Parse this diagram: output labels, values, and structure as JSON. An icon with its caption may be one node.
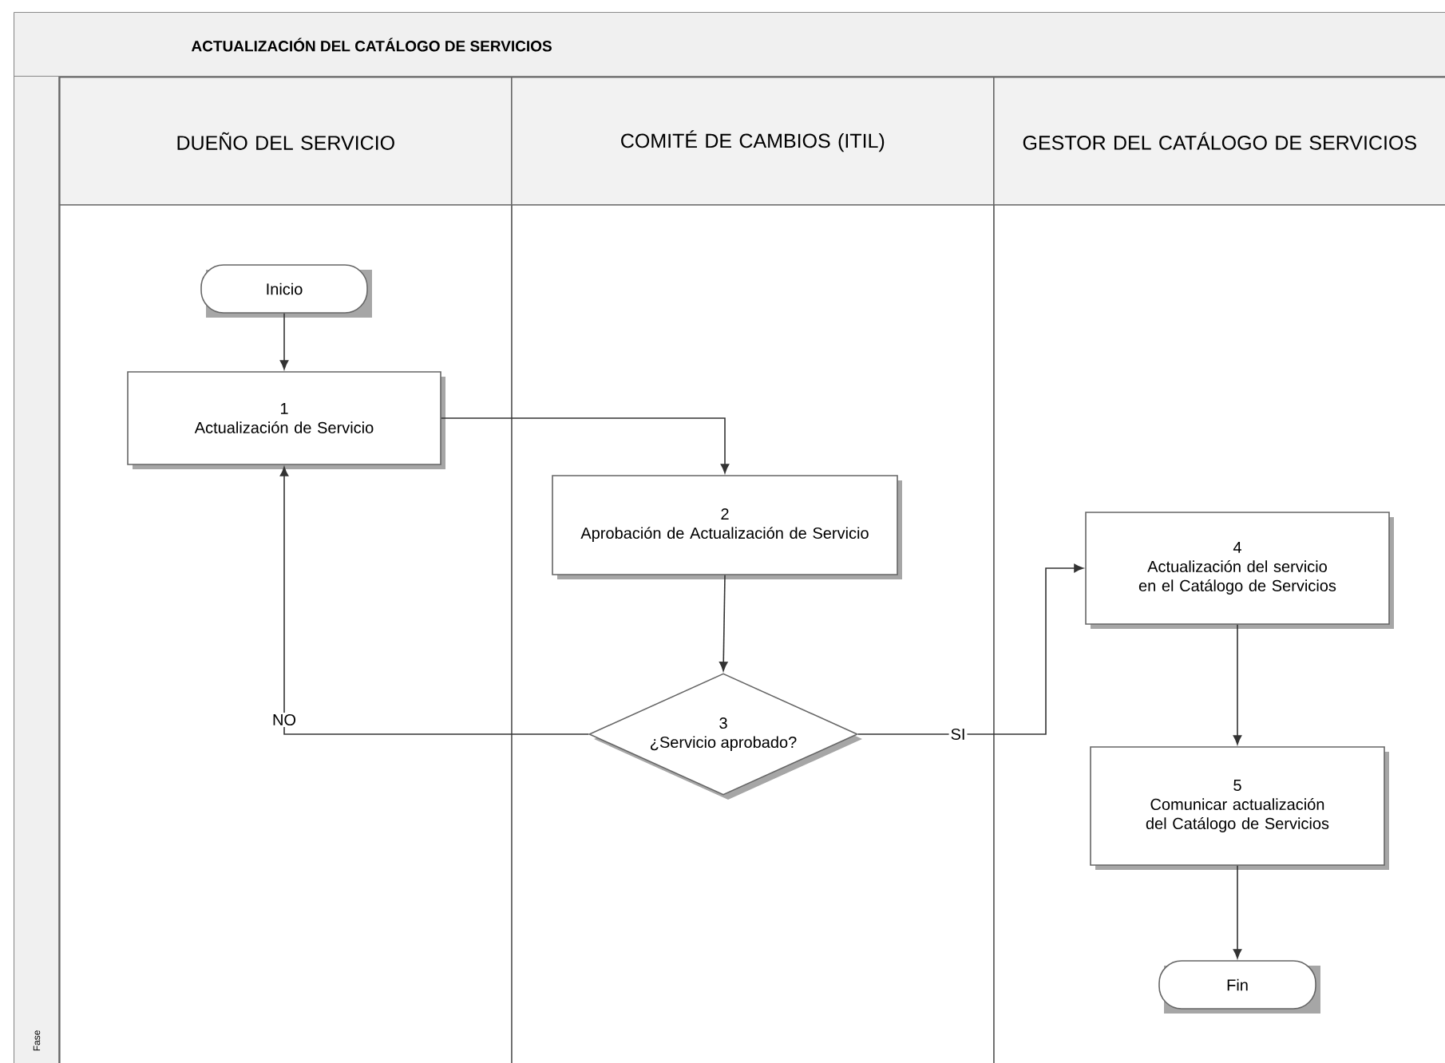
{
  "diagram": {
    "title": "ACTUALIZACIÓN DEL CATÁLOGO DE SERVICIOS",
    "nodes": [
      {
        "text": [
          "DUEÑO DEL SERVICIO"
        ]
      },
      {
        "text": [
          "COMITÉ DE CAMBIOS (ITIL)"
        ]
      },
      {
        "text": [
          "GESTOR DEL CATÁLOGO DE SERVICIOS"
        ]
      },
      {
        "text": [
          "Inicio"
        ],
        "in": 0
      },
      {
        "text": [
          "1",
          "Actualización de Servicio"
        ],
        "in": 0
      },
      {
        "text": [
          "2",
          "Aprobación de Actualización de Servicio"
        ],
        "in": 1
      },
      {
        "text": [
          "3",
          "¿Servicio aprobado?"
        ],
        "in": 1
      },
      {
        "text": [
          "4",
          "Actualización del servicio en el Catálogo de Servicios"
        ],
        "in": 2
      },
      {
        "text": [
          "5",
          "Comunicar actualización del Catálogo de Servicios"
        ],
        "in": 2
      },
      {
        "text": [
          "Fin"
        ],
        "in": 2
      }
    ],
    "edges": [
      {
        "from": 3,
        "to": 4,
        "arrow": "to"
      },
      {
        "from": 4,
        "to": 5,
        "arrow": "to"
      },
      {
        "from": 5,
        "to": 6,
        "arrow": "to"
      },
      {
        "from": 6,
        "to": 4,
        "arrow": "to",
        "label": "NO"
      },
      {
        "from": 6,
        "to": 7,
        "arrow": "to",
        "label": "SI"
      },
      {
        "from": 7,
        "to": 8,
        "arrow": "to"
      },
      {
        "from": 8,
        "to": 9,
        "arrow": "to"
      }
    ],
    "labels": [
      "Fase"
    ]
  }
}
